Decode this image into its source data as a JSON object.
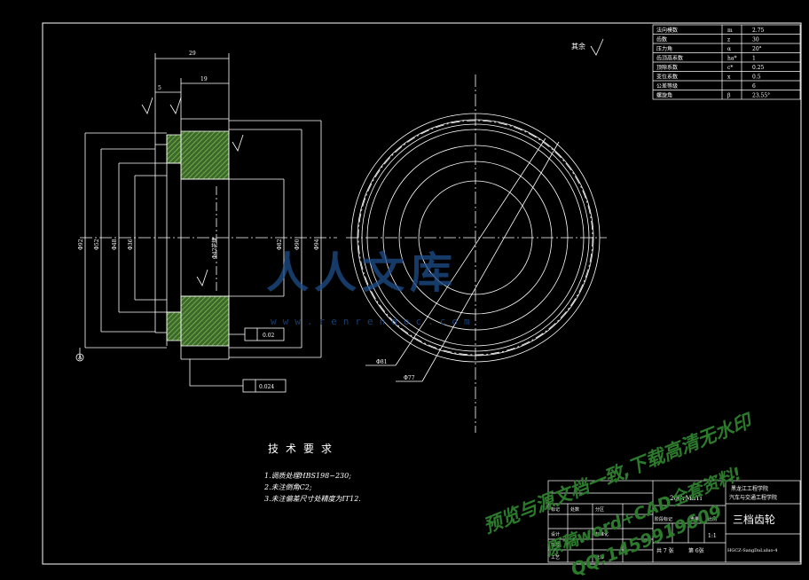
{
  "drawing": {
    "roughness_label": "其余",
    "tech_title": "技术要求",
    "tech_notes": [
      "1.调质处理HBS198~230;",
      "2.未注倒角C2;",
      "3.未注偏差尺寸处精度为IT12."
    ],
    "dims": {
      "d_width": "29",
      "d_hub": "19",
      "d_small": "5",
      "phi_ext1": "Φ82",
      "phi_ext2": "Φ90",
      "phi_ext3": "Φ94",
      "phi_in1": "Φ52",
      "phi_in2": "Φ48",
      "phi_in3": "Φ36",
      "phi_left": "Φ92",
      "phi_mid": "Φ42花键",
      "phi_b1": "Φ81",
      "phi_b2": "Φ77",
      "tol1": "0.02",
      "tol2": "0.024",
      "datum": "A"
    }
  },
  "param_table": {
    "rows": [
      [
        "法向模数",
        "m",
        "2.75"
      ],
      [
        "齿数",
        "z",
        "30"
      ],
      [
        "压力角",
        "α",
        "20°"
      ],
      [
        "齿顶高系数",
        "ha*",
        "1"
      ],
      [
        "顶隙系数",
        "c*",
        "0.25"
      ],
      [
        "变位系数",
        "x",
        "0.5"
      ],
      [
        "公差等级",
        "",
        "6"
      ],
      [
        "螺旋角",
        "β",
        "23.55°"
      ]
    ]
  },
  "title_block": {
    "material": "20CrMnTi",
    "school": "黑龙江工程学院",
    "department": "汽车与交通工程学院",
    "part_name": "三档齿轮",
    "labels": [
      "标记",
      "处数",
      "分区",
      "更改文件号",
      "签名",
      "年月日",
      "设计",
      "标准化",
      "审核",
      "工艺",
      "批准",
      "阶段标记",
      "重量",
      "比例"
    ],
    "scale": "1:1",
    "sheets_total": "共 7 张",
    "sheet_no": "第 6张",
    "drawing_code": "HGCZ-SangDaLuluo-4"
  },
  "watermark": {
    "logo": "人人文库",
    "url": "www.renrendoc.com",
    "line1": "预览与源文档一致,下载高清无水印",
    "line2": "原稿word+CAD全套资料!",
    "line3": "QQ:1459919609"
  }
}
